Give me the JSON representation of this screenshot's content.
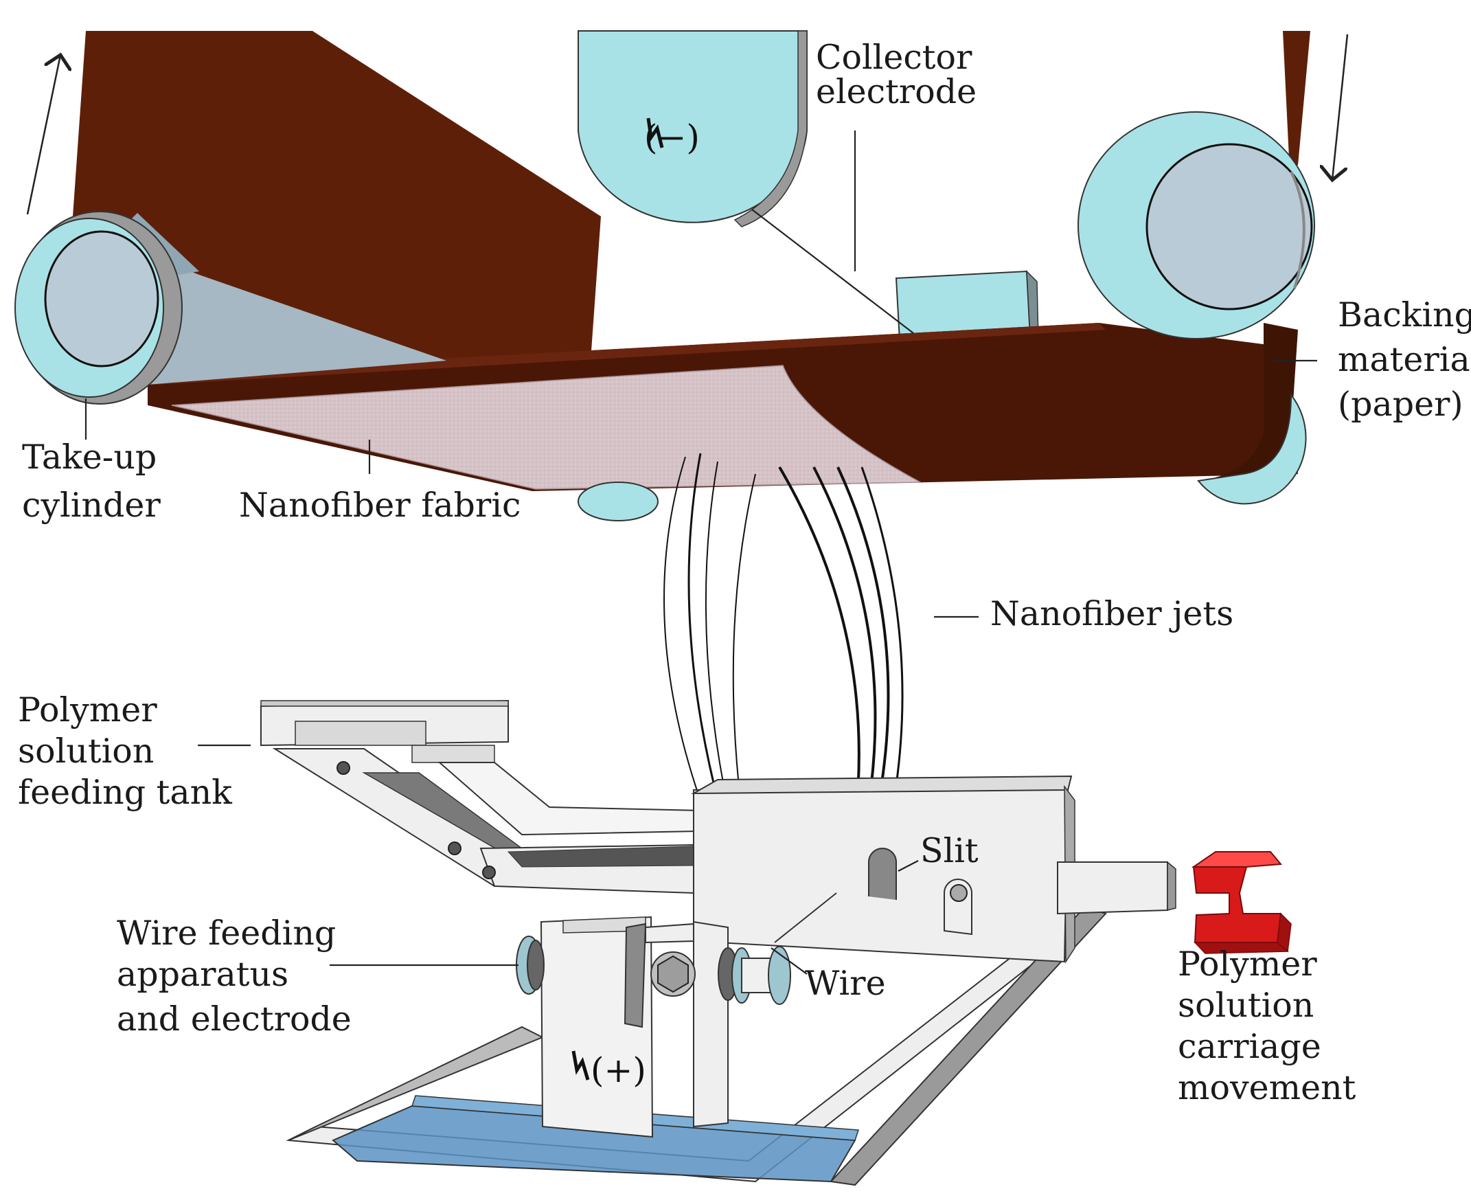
{
  "labels": {
    "collector_electrode": [
      "Collector",
      "electrode"
    ],
    "backing_material": [
      "Backing",
      "material",
      "(paper)"
    ],
    "take_up_cylinder": [
      "Take-up",
      "cylinder"
    ],
    "nanofiber_fabric": "Nanofiber fabric",
    "nanofiber_jets": "Nanofiber jets",
    "polymer_feeding_tank": [
      "Polymer",
      "solution",
      "feeding tank"
    ],
    "slit": "Slit",
    "wire": "Wire",
    "wire_feeding_apparatus": [
      "Wire feeding",
      "apparatus",
      "and electrode"
    ],
    "carriage_movement": [
      "Polymer",
      "solution",
      "carriage",
      "movement"
    ]
  },
  "symbols": {
    "collector_polarity": "(−)",
    "wire_electrode_polarity": "(+)"
  },
  "colors": {
    "backing_material": "#5e1f08",
    "backing_material_dark": "#3e1405",
    "cylinder_cyan": "#a9e2e6",
    "cylinder_core": "#b9cbd6",
    "nanofiber_fabric": "#d6c3c7",
    "apparatus_gray": "#efefef",
    "apparatus_shadow": "#7a7a7a",
    "base_blue": "#5b93c4",
    "carriage_arrow_red": "#d81a1a"
  }
}
